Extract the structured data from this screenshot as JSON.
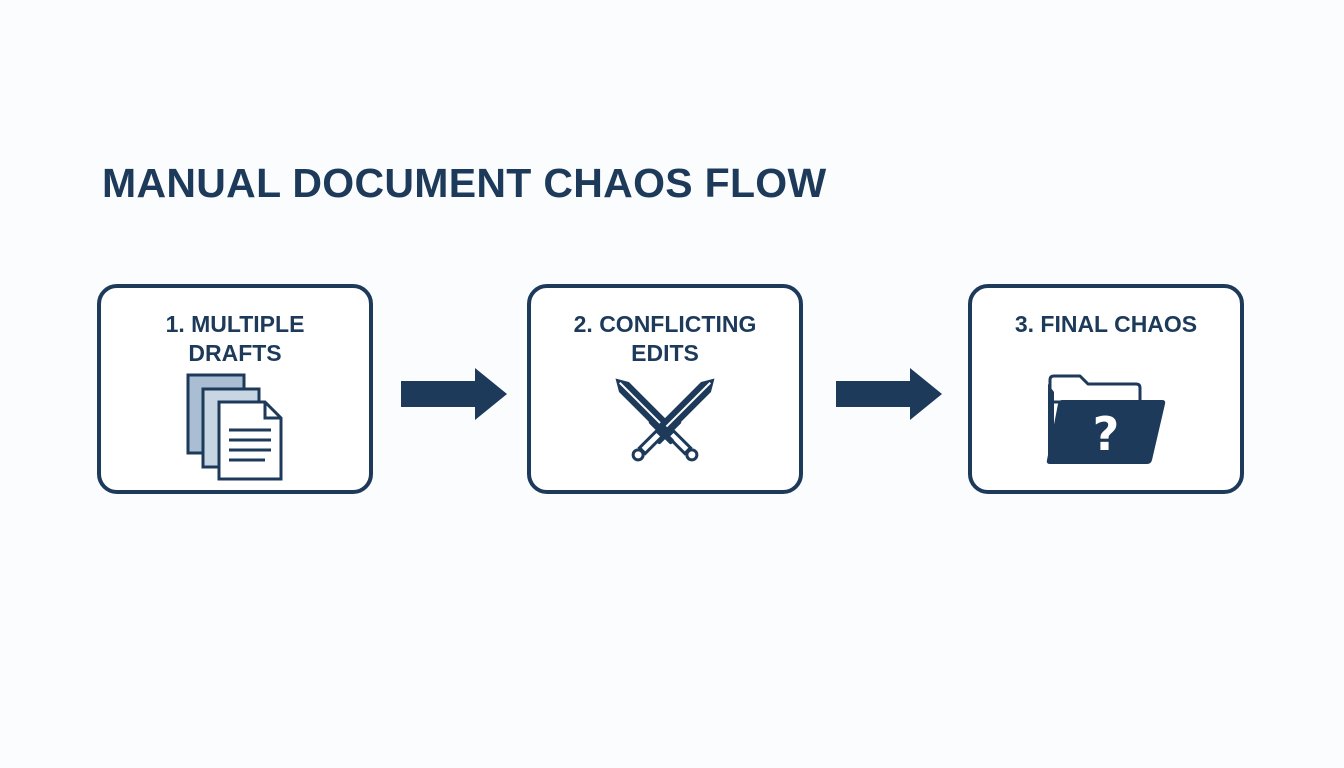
{
  "title": "MANUAL DOCUMENT CHAOS FLOW",
  "steps": [
    {
      "label_line1": "1. MULTIPLE",
      "label_line2": "DRAFTS",
      "icon": "stacked-documents-icon"
    },
    {
      "label_line1": "2. CONFLICTING",
      "label_line2": "EDITS",
      "icon": "crossed-swords-icon"
    },
    {
      "label_line1": "3. FINAL CHAOS",
      "label_line2": "",
      "icon": "folder-question-icon"
    }
  ],
  "colors": {
    "primary": "#1d3a5a",
    "light_doc": "#a9bed3",
    "mid_doc": "#c8d5e3",
    "background": "#fbfcfd"
  }
}
